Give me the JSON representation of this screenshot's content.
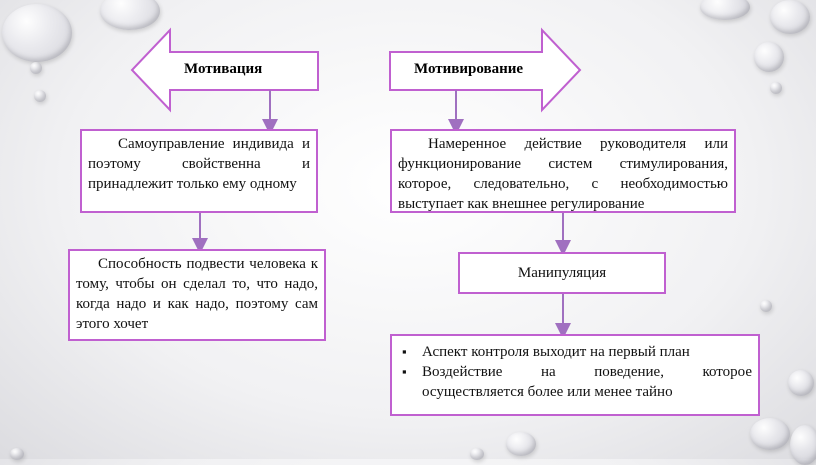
{
  "left": {
    "arrow_label": "Мотивация",
    "box1_text": "Самоуправление индивида и поэтому свойственна и принадлежит только ему одному",
    "box2_text": "Способность подвести человека к тому, чтобы он сделал то, что надо, когда надо и как надо, поэтому сам этого хочет"
  },
  "right": {
    "arrow_label": "Мотивирование",
    "box1_text": "Намеренное действие руководителя или функционирование систем стимулирования, которое, следовательно, с необходимостью выступает как внешнее регулирование",
    "box2_text": "Манипуляция",
    "bullets": [
      "Аспект контроля выходит на первый план",
      "Воздействие на поведение, которое осуществляется более или менее тайно"
    ]
  },
  "colors": {
    "arrow_stroke": "#c060d0",
    "connector": "#a070c0"
  }
}
